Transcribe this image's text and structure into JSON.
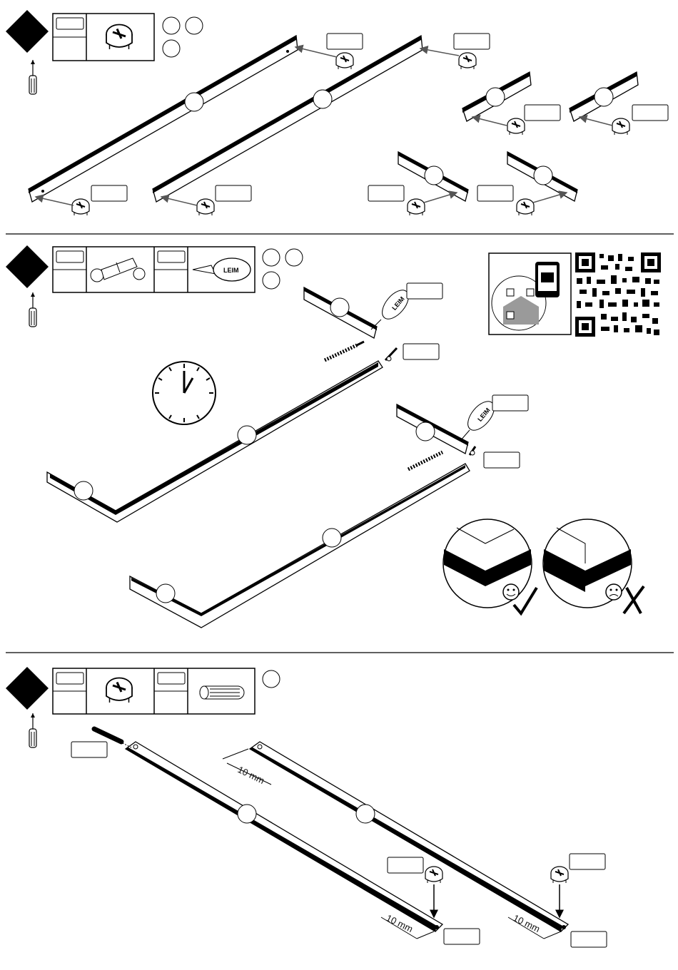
{
  "glue_brand": "LEIM",
  "sections": [
    {
      "id": "step1",
      "part_icons": [
        "cam-lock-icon"
      ],
      "tool": "screwdriver-icon"
    },
    {
      "id": "step2",
      "part_icons": [
        "connector-bolt-icon",
        "glue-bottle-icon"
      ],
      "tool": "screwdriver-icon",
      "extras": [
        "clock-icon",
        "qr-code",
        "phone-scan-icon",
        "correct-joint-icon",
        "incorrect-joint-icon"
      ]
    },
    {
      "id": "step3",
      "part_icons": [
        "cam-lock-icon",
        "wooden-dowel-icon"
      ],
      "tool": "screwdriver-icon",
      "dimension_labels": [
        "10 mm",
        "10 mm",
        "10 mm"
      ]
    }
  ],
  "dimensions": {
    "d1": "10 mm",
    "d2": "10 mm",
    "d3": "10 mm"
  },
  "colors": {
    "line": "#000000",
    "arrow": "#555555",
    "fill_grey": "#9a9a9a"
  }
}
